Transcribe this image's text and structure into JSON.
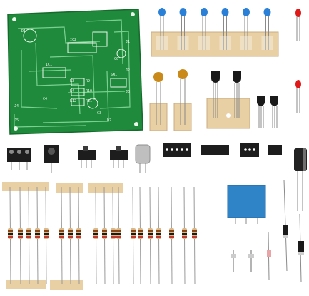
{
  "photo": {
    "pcb": {
      "silkscreen": [
        "R3",
        "R4",
        "R9",
        "R10",
        "R11",
        "R12",
        "C3",
        "C4",
        "C6",
        "IC1",
        "IC2",
        "SW1",
        "J1",
        "J2",
        "J3",
        "J4",
        "J5",
        "D1",
        "D2"
      ],
      "color_board": "#1f8a3c",
      "color_trace": "#7ad18f"
    },
    "parts": {
      "led_blue_count": 6,
      "led_red_count": 2,
      "resistor_count": 19,
      "color_led_blue": "#2a7fd6",
      "color_led_red": "#e01818",
      "color_tape": "#e8cfa4",
      "color_relay": "#2f84c8",
      "color_capacitor": "#222222"
    }
  }
}
